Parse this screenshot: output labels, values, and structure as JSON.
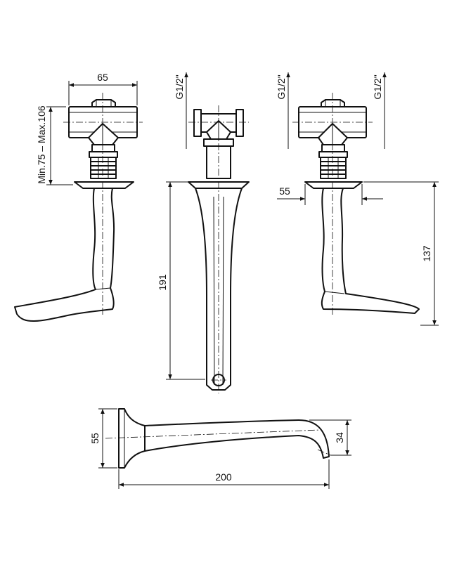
{
  "dimensions": {
    "top_width": "65",
    "handle_range": "Min.75  –  Max.106",
    "thread_center": "G1/2\"",
    "thread_right_a": "G1/2\"",
    "thread_right_b": "G1/2\"",
    "offset_right": "55",
    "height_center": "191",
    "height_right": "137",
    "spout_height": "55",
    "spout_drop": "34",
    "spout_length": "200"
  }
}
